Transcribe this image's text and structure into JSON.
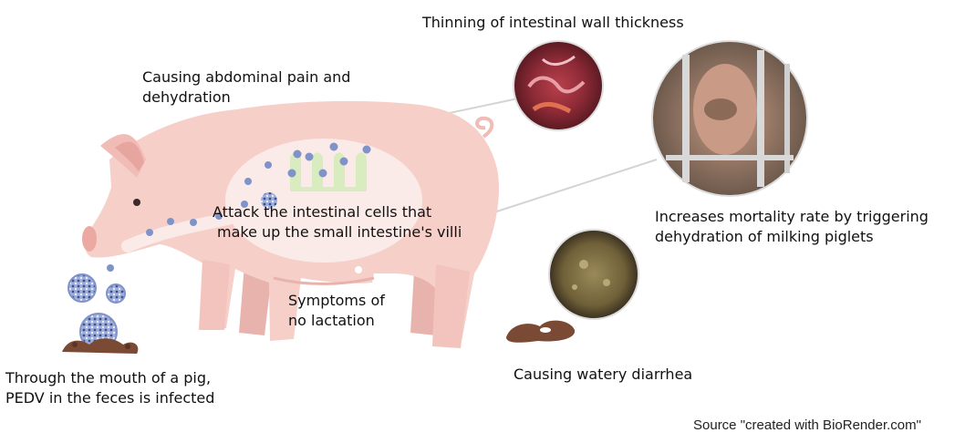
{
  "labels": {
    "thinning": "Thinning of intestinal wall thickness",
    "abdominal_line1": "Causing abdominal pain and",
    "abdominal_line2": "dehydration",
    "attack_line1": "Attack the intestinal cells that",
    "attack_line2": "make up the small intestine's villi",
    "mortality_line1": "Increases mortality rate by triggering",
    "mortality_line2": "dehydration of milking piglets",
    "lactation_line1": "Symptoms of",
    "lactation_line2": "no lactation",
    "mouth_line1": "Through the mouth of a pig,",
    "mouth_line2": "PEDV in the feces is infected",
    "diarrhea": "Causing watery diarrhea"
  },
  "source": "Source \"created with BioRender.com\"",
  "icons": [
    "pig-illustration",
    "virus-particle-icon",
    "intestinal-villi-icon",
    "intestine-photo-icon",
    "piglet-photo-icon",
    "diarrhea-photo-icon",
    "feces-pile-icon"
  ],
  "colors": {
    "pig_body": "#f6cfc9",
    "pig_shadow": "#e9b3ad",
    "intestine_oval": "#fbebe8",
    "villi": "#d9ecc0",
    "virus": "#7f93c9",
    "feces": "#7a4a35",
    "connector": "#cccccc"
  }
}
